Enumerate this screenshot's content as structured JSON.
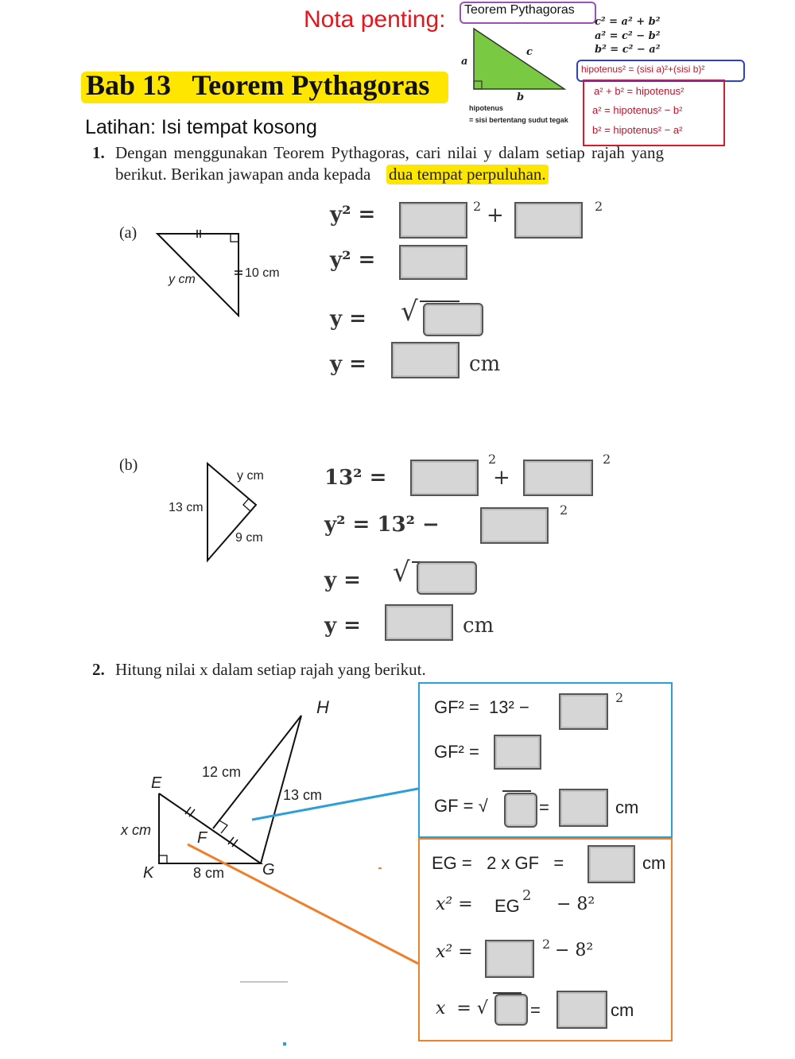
{
  "header": {
    "nota_label": "Nota penting:",
    "chapter": "Bab 13   Teorem Pythagoras",
    "exercise_title": "Latihan: Isi tempat kosong"
  },
  "notes": {
    "title": "Teorem Pythagoras",
    "triangle_labels": {
      "a": "a",
      "b": "b",
      "c": "c"
    },
    "hypotenuse_note_1": "hipotenus",
    "hypotenuse_note_2": "= sisi bertentang sudut tegak",
    "formulas": [
      "c² = a² + b²",
      "a² = c² − b²",
      "b² = c² − a²"
    ],
    "blue_formula": "hipotenus² = (sisi a)²+(sisi b)²",
    "red_formulas": [
      "a² + b² = hipotenus²",
      "a² = hipotenus² − b²",
      "b² = hipotenus² − a²"
    ]
  },
  "question1": {
    "number": "1.",
    "text_part1": "Dengan menggunakan Teorem Pythagoras, cari nilai y dalam setiap rajah yang",
    "text_part2": "berikut. Berikan jawapan anda kepada",
    "text_highlight": "dua tempat perpuluhan.",
    "part_a": {
      "label": "(a)",
      "side_y": "y cm",
      "side_10": "10 cm",
      "eq1_lhs": "y² =",
      "eq2_lhs": "y² =",
      "eq3_lhs": "y =",
      "eq4_lhs": "y =",
      "unit": "cm",
      "plus": "+",
      "sq": "2"
    },
    "part_b": {
      "label": "(b)",
      "side_y": "y cm",
      "side_13": "13 cm",
      "side_9": "9 cm",
      "eq1_lhs": "13² =",
      "eq2_lhs": "y² = 13² −",
      "eq3_lhs": "y =",
      "eq4_lhs": "y =",
      "unit": "cm",
      "plus": "+",
      "sq": "2"
    }
  },
  "question2": {
    "number": "2.",
    "text": "Hitung nilai x dalam setiap rajah yang berikut.",
    "diagram": {
      "H": "H",
      "E": "E",
      "F": "F",
      "G": "G",
      "K": "K",
      "len_EH": "12 cm",
      "len_HG": "13 cm",
      "len_EK": "x cm",
      "len_KG": "8 cm"
    },
    "blue_box": {
      "eq1": "GF² =  13² −",
      "eq2": "GF² =",
      "eq3": "GF = √",
      "eq3_eq": "=",
      "unit": "cm",
      "sq": "2"
    },
    "orange_box": {
      "eq1": "EG =   2 x GF   =",
      "eq2_lhs": "x² =",
      "eq2_mid": "EG",
      "eq2_rhs": "− 8²",
      "eq3_lhs": "x² =",
      "eq3_rhs": "− 8²",
      "eq4_lhs": "x  = √",
      "eq4_eq": "=",
      "unit": "cm",
      "sq": "2"
    }
  },
  "colors": {
    "nota_red": "#e8141b",
    "highlight": "#ffe600",
    "triangle_green": "#7ac943",
    "purple_box": "#9b4fb8",
    "blue_box": "#2d3fd6",
    "red_box": "#d81b2a",
    "q2_blue": "#2a9fd8",
    "q2_orange": "#f07f2a"
  }
}
